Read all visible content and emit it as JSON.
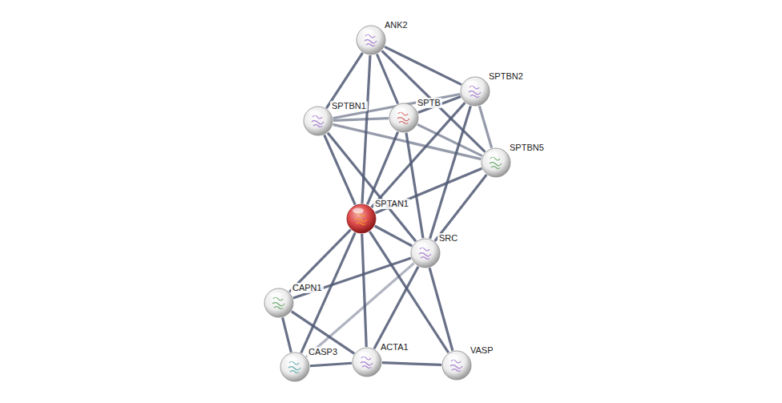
{
  "diagram": {
    "nodes": [
      {
        "text": [
          "ANK2"
        ]
      },
      {
        "text": [
          "SPTBN2"
        ]
      },
      {
        "text": [
          "SPTBN1"
        ]
      },
      {
        "text": [
          "SPTB"
        ]
      },
      {
        "text": [
          "SPTBN5"
        ]
      },
      {
        "text": [
          "SPTAN1"
        ]
      },
      {
        "text": [
          "SRC"
        ]
      },
      {
        "text": [
          "CAPN1"
        ]
      },
      {
        "text": [
          "ACTA1"
        ]
      },
      {
        "text": [
          "VASP"
        ]
      },
      {
        "text": [
          "CASP3"
        ]
      }
    ],
    "edges": [
      {
        "from": 0,
        "to": 2,
        "arrow": "none"
      },
      {
        "from": 0,
        "to": 3,
        "arrow": "none"
      },
      {
        "from": 0,
        "to": 1,
        "arrow": "none"
      },
      {
        "from": 0,
        "to": 5,
        "arrow": "none"
      },
      {
        "from": 0,
        "to": 4,
        "arrow": "none"
      },
      {
        "from": 1,
        "to": 2,
        "arrow": "none"
      },
      {
        "from": 1,
        "to": 3,
        "arrow": "none"
      },
      {
        "from": 1,
        "to": 4,
        "arrow": "none"
      },
      {
        "from": 1,
        "to": 5,
        "arrow": "none"
      },
      {
        "from": 1,
        "to": 6,
        "arrow": "none"
      },
      {
        "from": 2,
        "to": 3,
        "arrow": "none"
      },
      {
        "from": 2,
        "to": 4,
        "arrow": "none"
      },
      {
        "from": 2,
        "to": 5,
        "arrow": "none"
      },
      {
        "from": 2,
        "to": 6,
        "arrow": "none"
      },
      {
        "from": 3,
        "to": 4,
        "arrow": "none"
      },
      {
        "from": 3,
        "to": 5,
        "arrow": "none"
      },
      {
        "from": 3,
        "to": 6,
        "arrow": "none"
      },
      {
        "from": 4,
        "to": 5,
        "arrow": "none"
      },
      {
        "from": 4,
        "to": 6,
        "arrow": "none"
      },
      {
        "from": 5,
        "to": 6,
        "arrow": "none"
      },
      {
        "from": 5,
        "to": 7,
        "arrow": "none"
      },
      {
        "from": 5,
        "to": 10,
        "arrow": "none"
      },
      {
        "from": 5,
        "to": 8,
        "arrow": "none"
      },
      {
        "from": 5,
        "to": 9,
        "arrow": "none"
      },
      {
        "from": 6,
        "to": 7,
        "arrow": "none"
      },
      {
        "from": 6,
        "to": 8,
        "arrow": "none"
      },
      {
        "from": 6,
        "to": 9,
        "arrow": "none"
      },
      {
        "from": 6,
        "to": 10,
        "arrow": "none"
      },
      {
        "from": 7,
        "to": 10,
        "arrow": "none"
      },
      {
        "from": 7,
        "to": 8,
        "arrow": "none"
      },
      {
        "from": 10,
        "to": 8,
        "arrow": "none"
      },
      {
        "from": 8,
        "to": 9,
        "arrow": "none"
      }
    ]
  }
}
